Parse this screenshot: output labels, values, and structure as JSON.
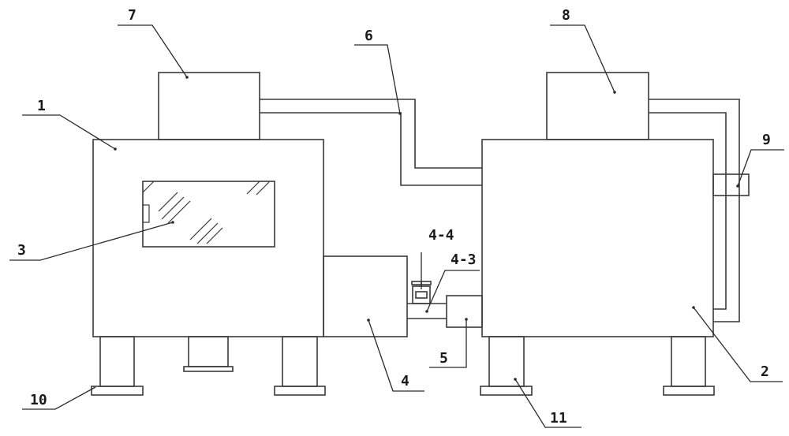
{
  "labels": {
    "l1": "1",
    "l2": "2",
    "l3": "3",
    "l4": "4",
    "l4_3": "4-3",
    "l4_4": "4-4",
    "l5": "5",
    "l6": "6",
    "l7": "7",
    "l8": "8",
    "l9": "9",
    "l10": "10",
    "l11": "11"
  }
}
